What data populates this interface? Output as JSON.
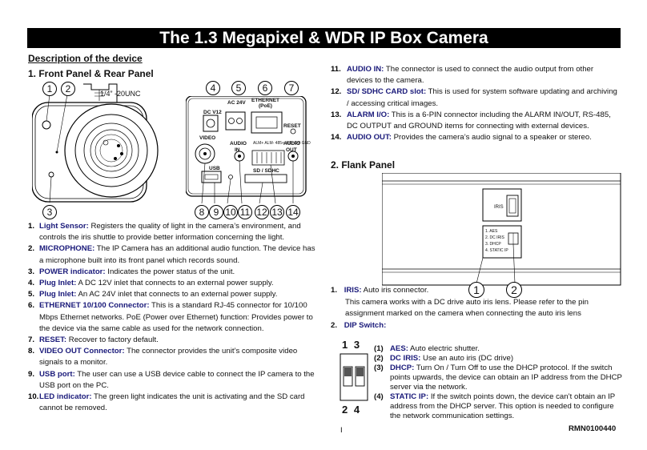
{
  "title": "The 1.3 Megapixel & WDR IP Box Camera",
  "description_heading": "Description of the device",
  "front_rear": {
    "heading": "1. Front Panel & Rear Panel",
    "thread_label": "1/4” -20UNC",
    "rear_labels": {
      "dc": "DC V12",
      "ac": "AC 24V",
      "ethernet": "ETHERNET",
      "poe": "(PoE)",
      "reset": "RESET",
      "video": "VIDEO",
      "audio_in": "AUDIO",
      "audio_in2": "IN",
      "audio_out": "AUDIO",
      "audio_out2": "OUT",
      "usb": "USB",
      "sd": "SD / SDHC",
      "alarm_pins": [
        "ALM+",
        "ALM-",
        "485+",
        "485-",
        "DO",
        "GND"
      ]
    },
    "callouts_top": [
      "4",
      "5",
      "6",
      "7"
    ],
    "callouts_front_top": [
      "1",
      "2"
    ],
    "callout_front_bottom": "3",
    "callouts_bottom": [
      "8",
      "9",
      "10",
      "11",
      "12",
      "13",
      "14"
    ]
  },
  "left_items": [
    {
      "num": "1.",
      "label": "Light Sensor:",
      "desc": " Registers the quality of light in the camera’s environment, and controls the iris shuttle to provide better information concerning the light."
    },
    {
      "num": "2.",
      "label": "MICROPHONE:",
      "desc": " The IP Camera has an additional audio function. The device has a microphone built into its front panel which records sound."
    },
    {
      "num": "3.",
      "label": "POWER indicator:",
      "desc": " Indicates the power status of the unit."
    },
    {
      "num": "4.",
      "label": "Plug Inlet:",
      "desc": " A DC 12V inlet that connects to an external power supply."
    },
    {
      "num": "5.",
      "label": "Plug Inlet:",
      "desc": " An AC 24V inlet that connects to an external power supply."
    },
    {
      "num": "6.",
      "label": "ETHERNET 10/100 Connector:",
      "desc": " This is a standard RJ-45 connector for 10/100 Mbps Ethernet networks. PoE (Power over Ethernet) function: Provides power to the device via the same cable as used for the network connection."
    },
    {
      "num": "7.",
      "label": "RESET:",
      "desc": " Recover to factory default."
    },
    {
      "num": "8.",
      "label": "VIDEO OUT Connector:",
      "desc": " The connector provides the unit’s composite video signals to a monitor."
    },
    {
      "num": "9.",
      "label": "USB port:",
      "desc": " The user can use a USB device cable to connect the IP camera to the USB port on the PC."
    },
    {
      "num": "10.",
      "label": "LED indicator:",
      "desc": " The green light indicates the unit is activating and the SD card cannot be removed."
    }
  ],
  "right_items": [
    {
      "num": "11.",
      "label": "AUDIO IN:",
      "desc": " The connector is used to connect the audio output from other devices to the camera."
    },
    {
      "num": "12.",
      "label": "SD/ SDHC CARD slot:",
      "desc": " This is used for system software updating and archiving / accessing critical images."
    },
    {
      "num": "13.",
      "label": "ALARM I/O:",
      "desc": " This is a 6-PIN connector including the ALARM IN/OUT, RS-485, DC OUTPUT and GROUND items for connecting with external devices."
    },
    {
      "num": "14.",
      "label": "AUDIO OUT:",
      "desc": " Provides the camera’s audio signal to a speaker or stereo."
    }
  ],
  "flank": {
    "heading": "2. Flank Panel",
    "iris_label": "IRIS",
    "dip_labels": [
      "1. AES",
      "2. DC IRIS",
      "3. DHCP",
      "4. STATIC IP"
    ],
    "callouts": [
      "1",
      "2"
    ],
    "iris_item_num": "1.",
    "iris_item_label": "IRIS:",
    "iris_item_desc": " Auto iris connector.",
    "iris_para": "This camera works with a DC drive auto iris lens. Please refer to the pin assignment marked on the camera when connecting the auto iris lens",
    "dip_item_num": "2.",
    "dip_item_label": "DIP Switch:",
    "dip_top": "1 3",
    "dip_bottom": "2 4"
  },
  "dip_items": [
    {
      "num": "(1)",
      "label": "AES:",
      "desc": " Auto electric shutter."
    },
    {
      "num": "(2)",
      "label": "DC IRIS:",
      "desc": " Use an auto iris (DC drive)"
    },
    {
      "num": "(3)",
      "label": "DHCP:",
      "desc": " Turn On / Turn Off to use the DHCP protocol. If the switch points upwards, the device can obtain an IP address from the DHCP server via the network."
    },
    {
      "num": "(4)",
      "label": "STATIC IP:",
      "desc": " If the switch points down, the device can’t obtain an IP address from the DHCP server. This option is needed to configure the network communication settings."
    }
  ],
  "footer": {
    "page": "I",
    "code": "RMN0100440"
  }
}
